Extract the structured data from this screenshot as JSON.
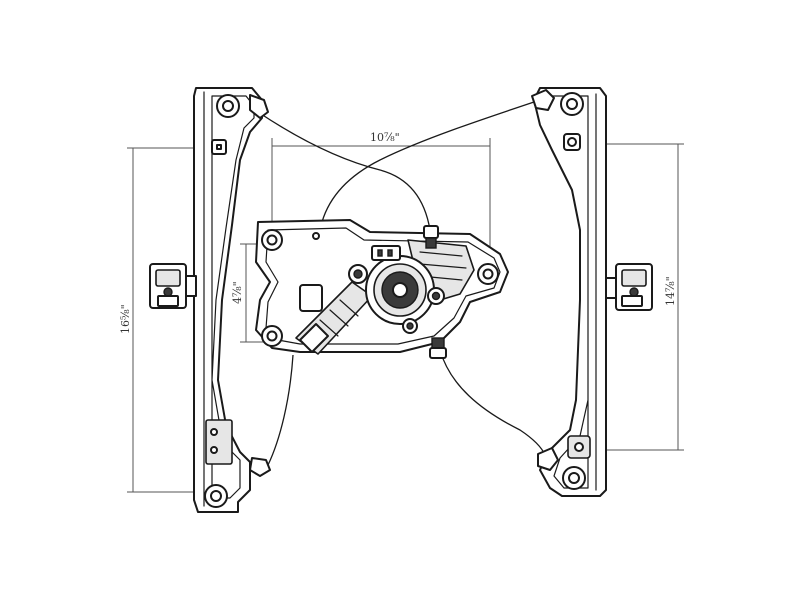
{
  "dimensions": {
    "top_width": "10⅞\"",
    "motor_height": "4⅞\"",
    "left_height": "16⅝\"",
    "right_height": "14⅞\""
  },
  "colors": {
    "line": "#1a1a1a",
    "dimension": "#555555",
    "background": "#ffffff"
  }
}
